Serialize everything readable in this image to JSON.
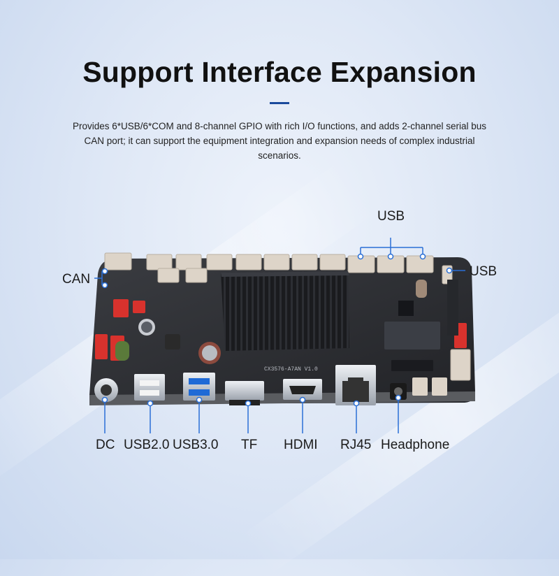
{
  "heading": {
    "title": "Support Interface Expansion",
    "description": "Provides 6*USB/6*COM and 8-channel GPIO with rich I/O functions, and adds 2-channel serial bus CAN port; it can support the equipment integration and expansion needs of complex industrial scenarios."
  },
  "board": {
    "silkscreen": "CX3576-A7AN V1.0"
  },
  "callouts": {
    "top_usb": "USB",
    "right_usb": "USB",
    "can": "CAN",
    "bottom": [
      "DC",
      "USB2.0",
      "USB3.0",
      "TF",
      "HDMI",
      "RJ45",
      "Headphone"
    ]
  },
  "colors": {
    "accent": "#1a4a9c",
    "callout_line": "#2a6fd6",
    "board": "#2b2d31",
    "heatsink": "#1b1c1f",
    "connector": "#d9cfc3",
    "red_header": "#d8322d"
  }
}
